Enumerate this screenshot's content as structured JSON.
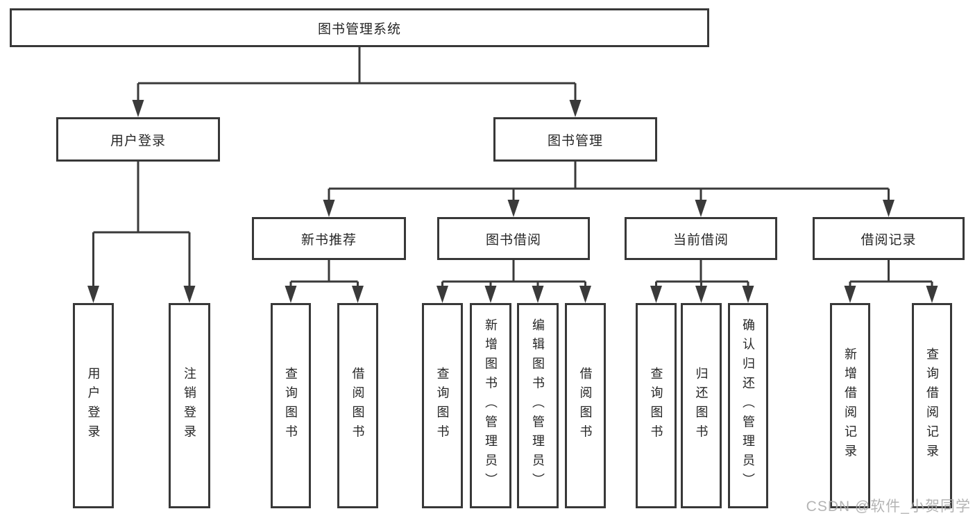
{
  "diagram": {
    "type": "tree-structure-chart",
    "colors": {
      "line": "#3a3a3a",
      "box_border": "#383838",
      "box_background": "#ffffff",
      "text": "#262626",
      "watermark": "#acacac"
    },
    "root": {
      "label": "图书管理系统",
      "children": [
        {
          "label": "用户登录",
          "children": [
            {
              "label": "用户登录"
            },
            {
              "label": "注销登录"
            }
          ]
        },
        {
          "label": "图书管理",
          "children": [
            {
              "label": "新书推荐",
              "children": [
                {
                  "label": "查询图书"
                },
                {
                  "label": "借阅图书"
                }
              ]
            },
            {
              "label": "图书借阅",
              "children": [
                {
                  "label": "查询图书"
                },
                {
                  "label": "新增图书（管理员）"
                },
                {
                  "label": "编辑图书（管理员）"
                },
                {
                  "label": "借阅图书"
                }
              ]
            },
            {
              "label": "当前借阅",
              "children": [
                {
                  "label": "查询图书"
                },
                {
                  "label": "归还图书"
                },
                {
                  "label": "确认归还（管理员）"
                }
              ]
            },
            {
              "label": "借阅记录",
              "children": [
                {
                  "label": "新增借阅记录"
                },
                {
                  "label": "查询借阅记录"
                }
              ]
            }
          ]
        }
      ]
    },
    "watermark": "CSDN @软件_小贺同学"
  }
}
